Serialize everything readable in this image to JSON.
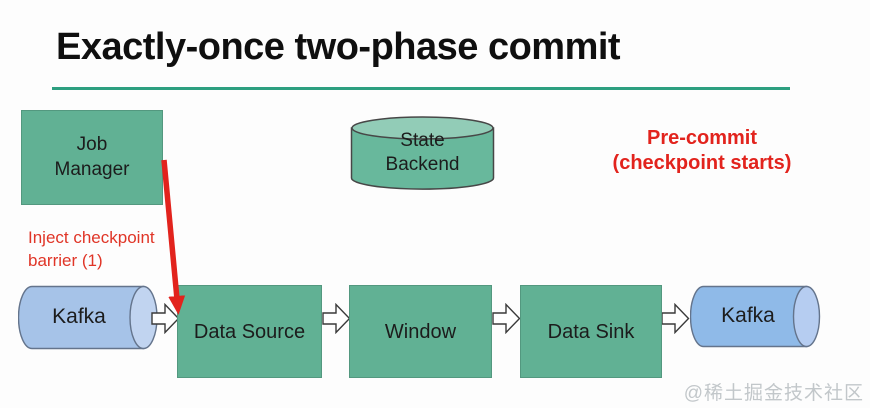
{
  "slide": {
    "title": "Exactly-once two-phase commit",
    "watermark": "@稀土掘金技术社区"
  },
  "annotations": {
    "pre_commit": "Pre-commit\n(checkpoint starts)",
    "inject_barrier": "Inject checkpoint\nbarrier (1)"
  },
  "nodes": {
    "job_manager": "Job\nManager",
    "state_backend": "State\nBackend",
    "kafka_source": "Kafka",
    "data_source": "Data Source",
    "window": "Window",
    "data_sink": "Data Sink",
    "kafka_sink": "Kafka"
  },
  "colors": {
    "title_text": "#0f0f0f",
    "accent_underline": "#2d9f80",
    "node_green": "#61b194",
    "state_cylinder_green": "#68b89c",
    "state_cylinder_top": "#92ccb7",
    "kafka_source_blue": "#a6c3e8",
    "kafka_source_cap": "#c1d4f0",
    "kafka_sink_blue": "#8fbae8",
    "kafka_sink_cap": "#b6cdf1",
    "annotation_red": "#e2231d",
    "flow_arrow_fill": "#ffffff",
    "watermark_gray": "#c2c7ca"
  }
}
